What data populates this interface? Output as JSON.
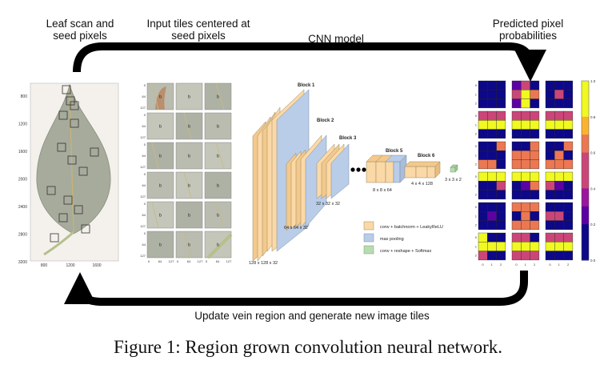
{
  "labels": {
    "leaf": [
      "Leaf scan and",
      "seed pixels"
    ],
    "tiles": [
      "Input tiles centered at",
      "seed pixels"
    ],
    "cnn": "CNN model",
    "pred": [
      "Predicted pixel",
      "probabilities"
    ],
    "update": "Update vein region and generate new image tiles"
  },
  "caption": "Figure 1: Region grown convolution neural network.",
  "leaf_axes": {
    "yticks": [
      "800",
      "1200",
      "1600",
      "2000",
      "2400",
      "2800",
      "3200"
    ],
    "xticks": [
      "800",
      "1200",
      "1600"
    ]
  },
  "tile_axes": {
    "yticks": [
      "0",
      "64",
      "127"
    ],
    "xticks": [
      "0",
      "64",
      "127"
    ]
  },
  "cnn": {
    "blocks": [
      "Block 1",
      "Block 2",
      "Block 3",
      "Block 5",
      "Block 6"
    ],
    "dims": [
      "128 x 128 x 32",
      "64 x 64 x 32",
      "32 x 32 x 32",
      "8 x 8 x 64",
      "4 x 4 x 128",
      "3 x 3 x 2"
    ],
    "legend": [
      "conv + batchnorm + LeakyReLU",
      "max pooling",
      "conv + reshape + Softmax"
    ]
  },
  "colors": {
    "conv": "#fbd9a6",
    "pool": "#b9cde8",
    "softmax": "#b8dcb2",
    "arrow": "#000000"
  },
  "prediction": {
    "grid_ticks": [
      "0",
      "1",
      "2"
    ],
    "colorbar_ticks": [
      "1.0",
      "0.8",
      "0.6",
      "0.4",
      "0.2",
      "0.0"
    ],
    "palette": [
      "#0d0887",
      "#5c02a3",
      "#9a179b",
      "#cb4678",
      "#eb7852",
      "#fbb32f",
      "#f0f921"
    ],
    "grids": [
      [
        [
          0,
          0,
          0,
          0,
          0,
          0,
          0,
          0,
          0
        ],
        [
          1,
          3,
          0,
          3,
          6,
          4,
          1,
          6,
          0
        ],
        [
          0,
          0,
          0,
          0,
          3,
          0,
          0,
          0,
          0
        ]
      ],
      [
        [
          3,
          3,
          3,
          6,
          6,
          6,
          0,
          0,
          0
        ],
        [
          3,
          3,
          3,
          6,
          6,
          6,
          0,
          0,
          0
        ],
        [
          3,
          3,
          3,
          6,
          6,
          6,
          0,
          0,
          0
        ]
      ],
      [
        [
          0,
          0,
          4,
          0,
          0,
          0,
          4,
          4,
          0
        ],
        [
          0,
          0,
          4,
          4,
          4,
          4,
          4,
          4,
          4
        ],
        [
          0,
          0,
          4,
          0,
          4,
          0,
          4,
          4,
          4
        ]
      ],
      [
        [
          6,
          6,
          6,
          0,
          0,
          3,
          0,
          0,
          0
        ],
        [
          6,
          6,
          6,
          0,
          1,
          4,
          0,
          0,
          0
        ],
        [
          6,
          6,
          6,
          3,
          1,
          0,
          0,
          0,
          0
        ]
      ],
      [
        [
          0,
          0,
          0,
          0,
          1,
          0,
          0,
          0,
          0
        ],
        [
          4,
          4,
          4,
          0,
          4,
          0,
          4,
          4,
          4
        ],
        [
          0,
          0,
          0,
          3,
          3,
          0,
          0,
          0,
          0
        ]
      ],
      [
        [
          6,
          0,
          0,
          6,
          6,
          6,
          3,
          0,
          0
        ],
        [
          3,
          3,
          0,
          6,
          6,
          6,
          3,
          3,
          3
        ],
        [
          3,
          3,
          3,
          6,
          6,
          6,
          0,
          0,
          0
        ]
      ]
    ]
  }
}
